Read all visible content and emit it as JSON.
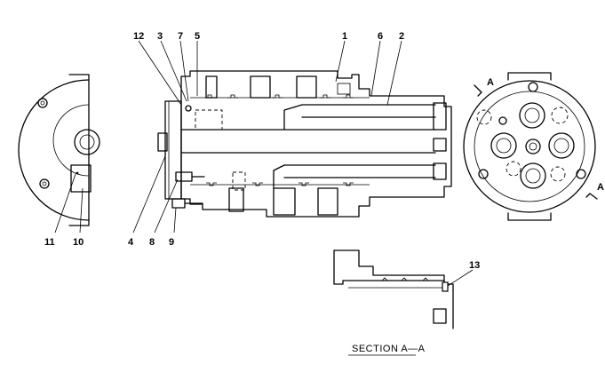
{
  "callouts": {
    "c1": "1",
    "c2": "2",
    "c3": "3",
    "c4": "4",
    "c5": "5",
    "c6": "6",
    "c7": "7",
    "c8": "8",
    "c9": "9",
    "c10": "10",
    "c11": "11",
    "c12": "12",
    "c13": "13"
  },
  "section_markers": {
    "top": "A",
    "bottom": "A"
  },
  "section_title": "SECTION  A—A"
}
